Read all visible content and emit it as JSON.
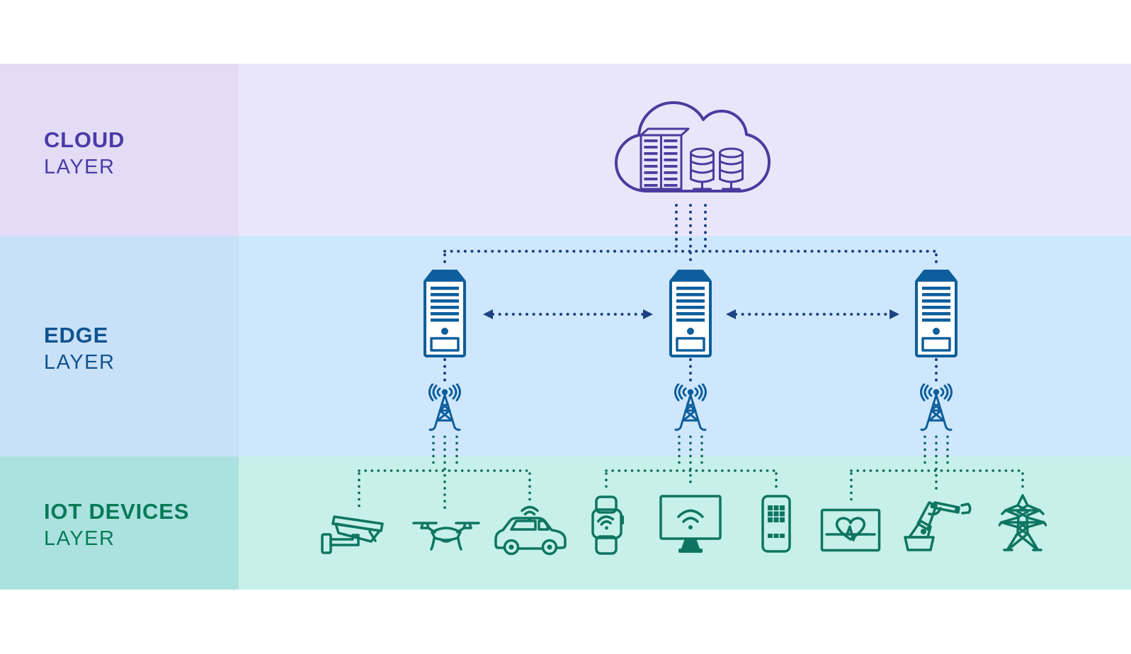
{
  "diagram": {
    "type": "layered-architecture",
    "subject": "IoT cloud-edge-device architecture",
    "layers": [
      {
        "id": "cloud",
        "title": "CLOUD",
        "subtitle": "LAYER",
        "accent": "#4b3aa5",
        "band_color": "#eae6fa",
        "label_band_color": "#e2dcf6"
      },
      {
        "id": "edge",
        "title": "EDGE",
        "subtitle": "LAYER",
        "accent": "#10538f",
        "band_color": "#cfe7fc",
        "label_band_color": "#c9e1f8"
      },
      {
        "id": "iot",
        "title": "IOT DEVICES",
        "subtitle": "LAYER",
        "accent": "#087a58",
        "band_color": "#c6f0e9",
        "label_band_color": "#abe2df"
      }
    ],
    "nodes": [
      {
        "id": "cloud-datacenter",
        "layer": "cloud",
        "icon": "cloud-with-server-rack-and-databases"
      },
      {
        "id": "edge-server-1",
        "layer": "edge",
        "icon": "server-tower"
      },
      {
        "id": "edge-server-2",
        "layer": "edge",
        "icon": "server-tower"
      },
      {
        "id": "edge-server-3",
        "layer": "edge",
        "icon": "server-tower"
      },
      {
        "id": "cell-tower-1",
        "layer": "edge",
        "icon": "radio-mast-with-signal"
      },
      {
        "id": "cell-tower-2",
        "layer": "edge",
        "icon": "radio-mast-with-signal"
      },
      {
        "id": "cell-tower-3",
        "layer": "edge",
        "icon": "radio-mast-with-signal"
      },
      {
        "id": "security-camera",
        "layer": "iot",
        "icon": "cctv-camera"
      },
      {
        "id": "drone",
        "layer": "iot",
        "icon": "quadcopter-drone"
      },
      {
        "id": "connected-car",
        "layer": "iot",
        "icon": "car-with-wifi"
      },
      {
        "id": "smartwatch",
        "layer": "iot",
        "icon": "smartwatch-with-wifi"
      },
      {
        "id": "smart-display",
        "layer": "iot",
        "icon": "monitor-with-wifi"
      },
      {
        "id": "smartphone",
        "layer": "iot",
        "icon": "smartphone-app-grid"
      },
      {
        "id": "health-monitor",
        "layer": "iot",
        "icon": "heartbeat-monitor"
      },
      {
        "id": "robotic-arm",
        "layer": "iot",
        "icon": "industrial-robot-arm"
      },
      {
        "id": "power-grid-tower",
        "layer": "iot",
        "icon": "transmission-tower"
      }
    ],
    "connections": [
      {
        "from": "cloud-datacenter",
        "to": "edge-server-1",
        "style": "dotted"
      },
      {
        "from": "cloud-datacenter",
        "to": "edge-server-2",
        "style": "dotted"
      },
      {
        "from": "cloud-datacenter",
        "to": "edge-server-3",
        "style": "dotted"
      },
      {
        "from": "edge-server-1",
        "to": "edge-server-2",
        "style": "dotted-double-arrow"
      },
      {
        "from": "edge-server-2",
        "to": "edge-server-3",
        "style": "dotted-double-arrow"
      },
      {
        "from": "edge-server-1",
        "to": "cell-tower-1",
        "style": "dotted"
      },
      {
        "from": "edge-server-2",
        "to": "cell-tower-2",
        "style": "dotted"
      },
      {
        "from": "edge-server-3",
        "to": "cell-tower-3",
        "style": "dotted"
      },
      {
        "from": "cell-tower-1",
        "to": "security-camera",
        "style": "dotted"
      },
      {
        "from": "cell-tower-1",
        "to": "drone",
        "style": "dotted"
      },
      {
        "from": "cell-tower-1",
        "to": "connected-car",
        "style": "dotted"
      },
      {
        "from": "cell-tower-2",
        "to": "smartwatch",
        "style": "dotted"
      },
      {
        "from": "cell-tower-2",
        "to": "smart-display",
        "style": "dotted"
      },
      {
        "from": "cell-tower-2",
        "to": "smartphone",
        "style": "dotted"
      },
      {
        "from": "cell-tower-3",
        "to": "health-monitor",
        "style": "dotted"
      },
      {
        "from": "cell-tower-3",
        "to": "robotic-arm",
        "style": "dotted"
      },
      {
        "from": "cell-tower-3",
        "to": "power-grid-tower",
        "style": "dotted"
      }
    ],
    "colors": {
      "background": "#ffffff",
      "cloud_icon": "#4a3c9e",
      "edge_icon": "#0d5e9c",
      "device_icon": "#0e7560",
      "backbone_dotted_line": "#1d4283",
      "device_dotted_line": "#0f6b59"
    }
  }
}
